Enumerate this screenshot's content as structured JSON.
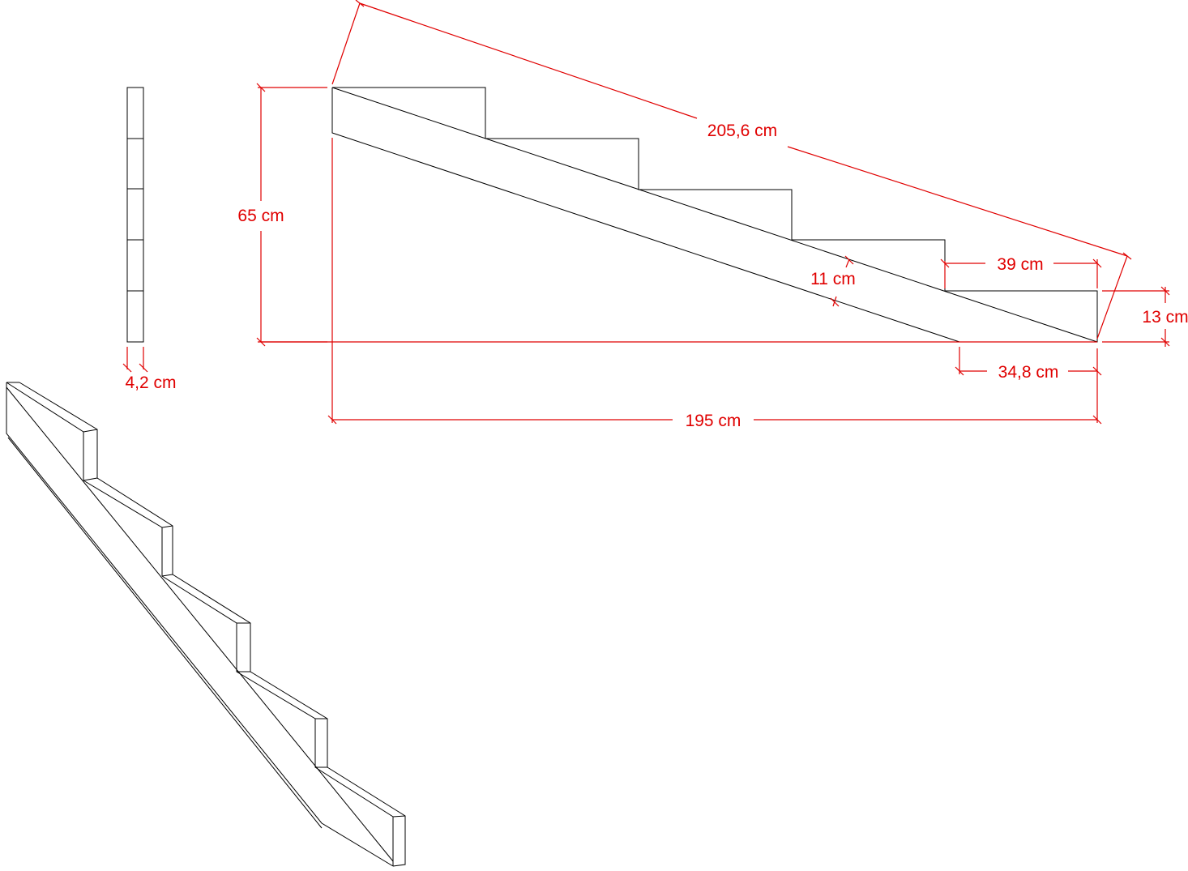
{
  "colors": {
    "dimension": "#e00000",
    "outline": "#000000",
    "background": "#ffffff"
  },
  "dimensions": {
    "diagonal_length": "205,6 cm",
    "total_height": "65 cm",
    "board_depth": "11 cm",
    "tread_depth": "39 cm",
    "step_height": "13 cm",
    "end_cut": "34,8 cm",
    "total_run": "195 cm",
    "board_thickness": "4,2 cm"
  }
}
